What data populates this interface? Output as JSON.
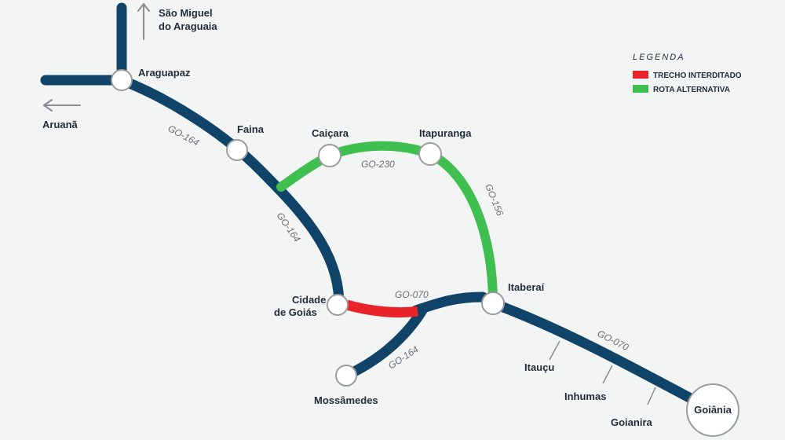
{
  "colors": {
    "main_road": "#0f4468",
    "interdicted": "#e8232a",
    "alternative": "#3fbf4f",
    "node_fill": "#ffffff",
    "node_stroke": "#9a9da0",
    "arrow": "#8a8d90"
  },
  "legend": {
    "title": "LEGENDA",
    "items": [
      {
        "label": "TRECHO INTERDITADO",
        "color": "#e8232a"
      },
      {
        "label": "ROTA ALTERNATIVA",
        "color": "#3fbf4f"
      }
    ]
  },
  "cities": {
    "sao_miguel_line1": "São Miguel",
    "sao_miguel_line2": "do Araguaia",
    "aruana": "Aruanã",
    "araguapaz": "Araguapaz",
    "faina": "Faina",
    "caicara": "Caiçara",
    "itapuranga": "Itapuranga",
    "cidade_goias_line1": "Cidade",
    "cidade_goias_line2": "de Goiás",
    "itaberai": "Itaberaí",
    "mossamedes": "Mossâmedes",
    "itaucu": "Itauçu",
    "inhumas": "Inhumas",
    "goianira": "Goianira",
    "goiania": "Goiânia"
  },
  "roads": {
    "go164_upper": "GO-164",
    "go164_middle": "GO-164",
    "go230": "GO-230",
    "go156": "GO-156",
    "go070_west": "GO-070",
    "go164_south": "GO-164",
    "go070_east": "GO-070"
  }
}
